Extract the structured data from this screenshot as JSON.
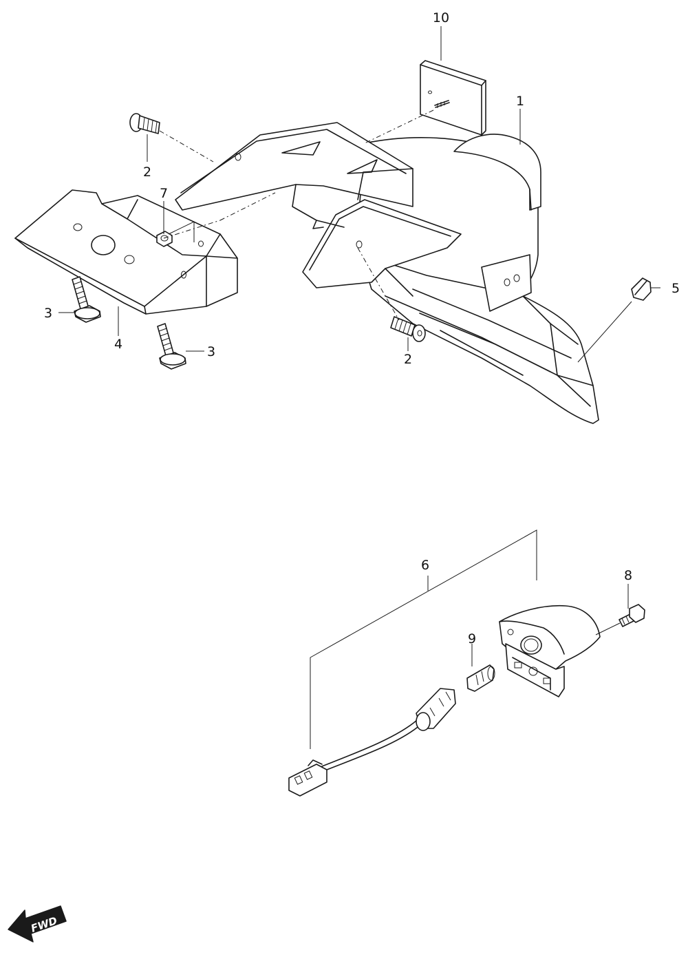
{
  "callouts": {
    "c1": "1",
    "c2a": "2",
    "c2b": "2",
    "c3a": "3",
    "c3b": "3",
    "c4": "4",
    "c5": "5",
    "c6": "6",
    "c7": "7",
    "c8": "8",
    "c9": "9",
    "c10": "10"
  },
  "direction_badge": "FWD"
}
